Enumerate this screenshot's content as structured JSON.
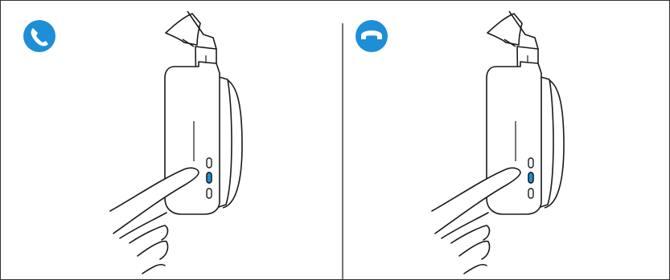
{
  "colors": {
    "accent": "#1e8ed6",
    "line": "#1a1a1a",
    "background": "#ffffff"
  },
  "panels": [
    {
      "id": "answer-call",
      "status_icon": "phone-answer-icon",
      "highlighted_button": "multifunction-button"
    },
    {
      "id": "end-call",
      "status_icon": "phone-hangup-icon",
      "highlighted_button": "multifunction-button"
    }
  ]
}
